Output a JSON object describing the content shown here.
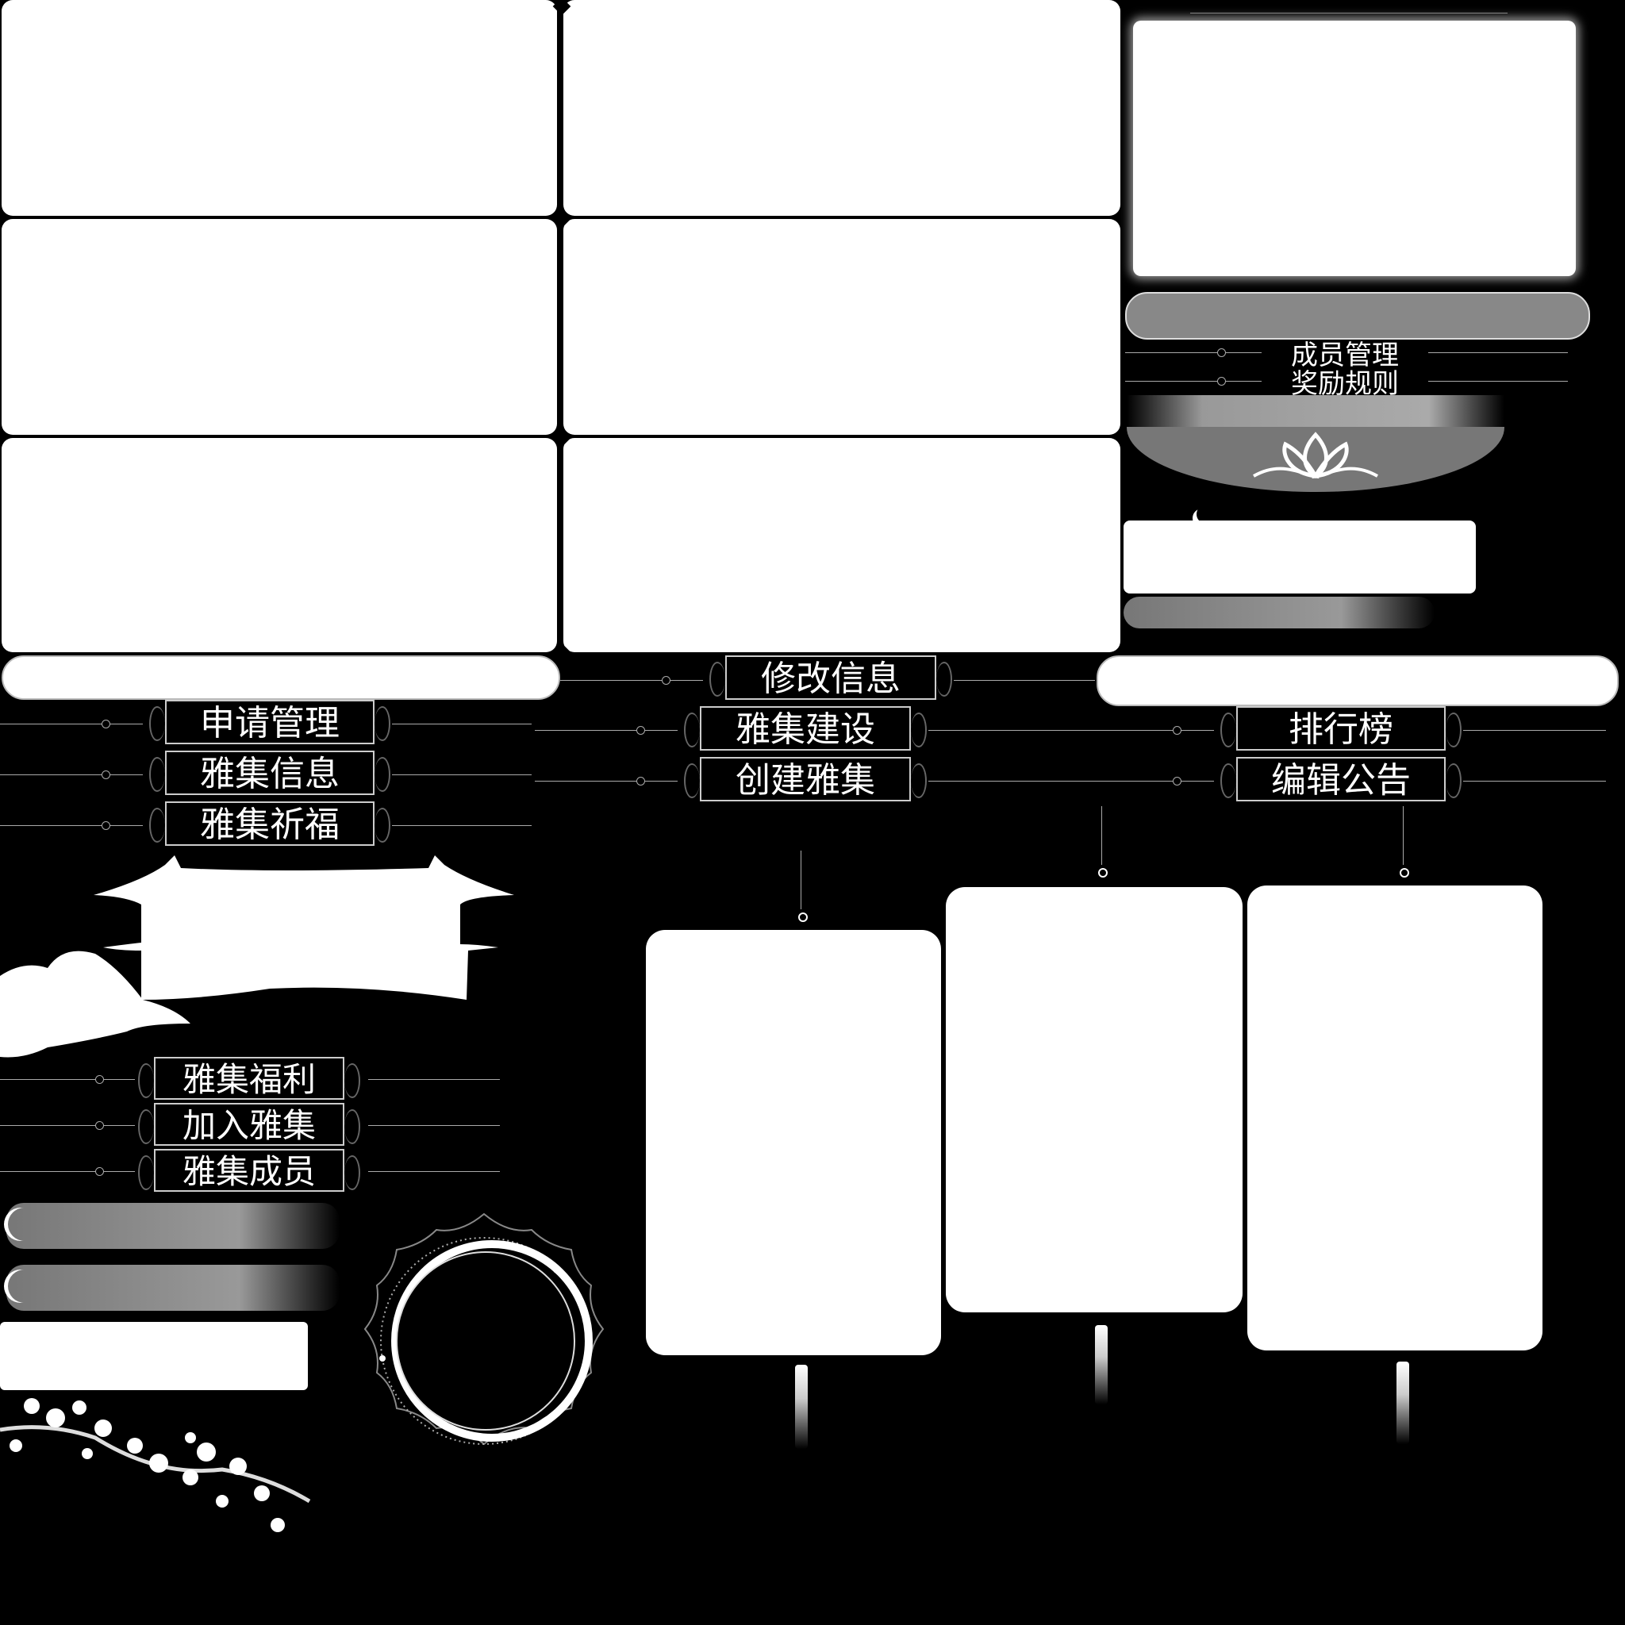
{
  "labels": {
    "member_manage": "成员管理",
    "reward_rules": "奖励规则",
    "edit_info": "修改信息",
    "apply_manage": "申请管理",
    "yaji_info": "雅集信息",
    "yaji_pray": "雅集祈福",
    "yaji_build": "雅集建设",
    "create_yaji": "创建雅集",
    "ranking": "排行榜",
    "edit_notice": "编辑公告",
    "yaji_welfare": "雅集福利",
    "join_yaji": "加入雅集",
    "yaji_members": "雅集成员"
  },
  "icons": {
    "lotus": "lotus-icon",
    "pavilion": "pavilion-roof-icon",
    "cloud": "cloud-icon",
    "plum_branch": "plum-blossom-branch-icon",
    "moon_ring": "moon-ring-frame-icon",
    "tassel": "tassel-icon"
  },
  "colors": {
    "background": "#000000",
    "panel": "#ffffff",
    "line": "#aaaaaa",
    "bar_gray": "#888888"
  }
}
